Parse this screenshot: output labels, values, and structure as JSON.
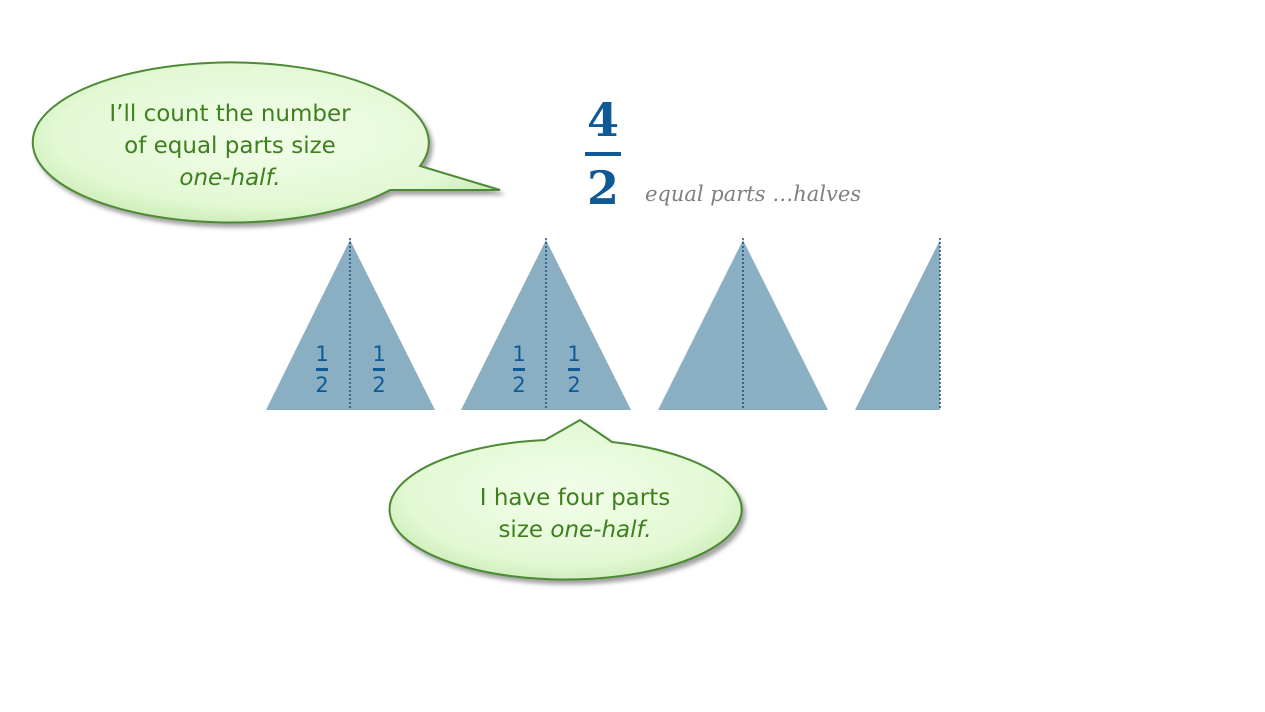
{
  "bubble_top": {
    "line1": "I’ll count the number",
    "line2": "of equal parts size",
    "line3": "one-half."
  },
  "bubble_bottom": {
    "line1": "I have four parts",
    "line2_prefix": "size ",
    "line2_italic": "one-half."
  },
  "main_fraction": {
    "numerator": "4",
    "denominator": "2"
  },
  "caption": "equal parts …halves",
  "part_label": {
    "numerator": "1",
    "denominator": "2"
  },
  "colors": {
    "triangle": "#8aafc2",
    "fraction": "#0f5a96",
    "bubble_fill": "#e6fbd9",
    "bubble_text": "#3f7f1f"
  }
}
